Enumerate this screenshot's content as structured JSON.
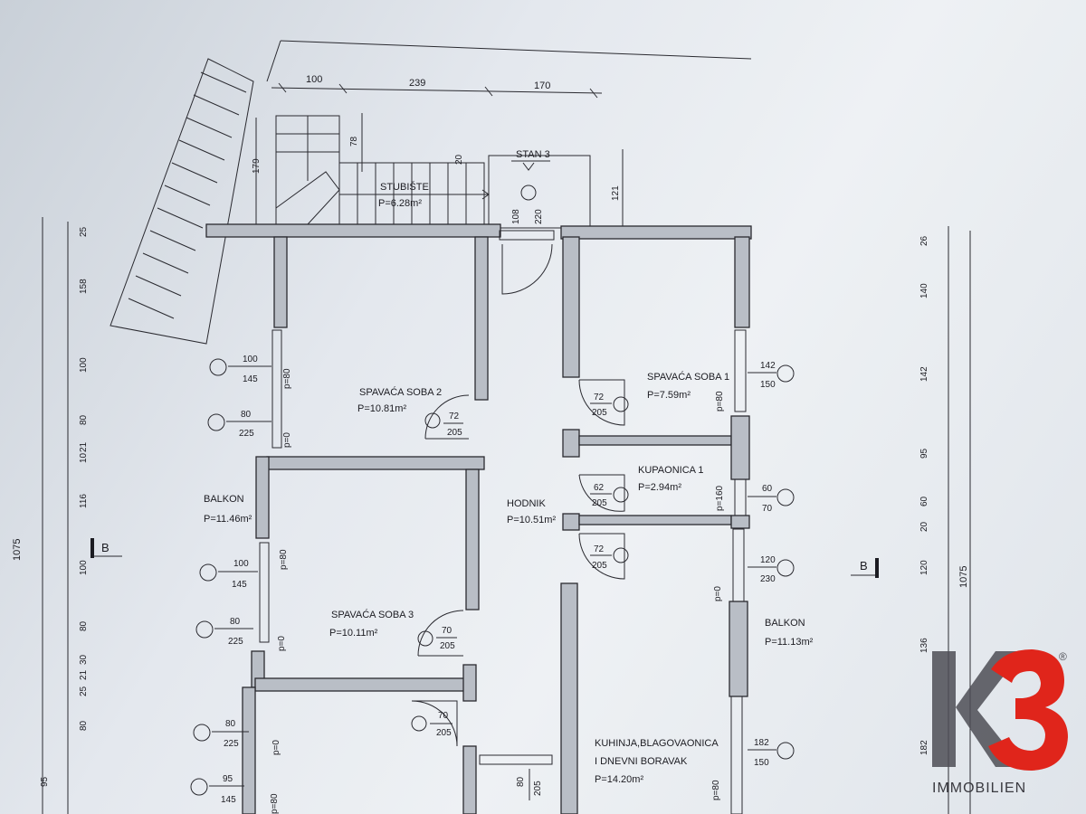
{
  "rooms": {
    "stubiste": {
      "name": "STUBIŠTE",
      "area": "P=6.28m²"
    },
    "stan": {
      "name": "STAN 3"
    },
    "soba2": {
      "name": "SPAVAĆA SOBA 2",
      "area": "P=10.81m²"
    },
    "soba1": {
      "name": "SPAVAĆA SOBA 1",
      "area": "P=7.59m²"
    },
    "kupaonica": {
      "name": "KUPAONICA 1",
      "area": "P=2.94m²"
    },
    "hodnik": {
      "name": "HODNIK",
      "area": "P=10.51m²"
    },
    "balkon_left": {
      "name": "BALKON",
      "area": "P=11.46m²"
    },
    "balkon_right": {
      "name": "BALKON",
      "area": "P=11.13m²"
    },
    "soba3": {
      "name": "SPAVAĆA SOBA 3",
      "area": "P=10.11m²"
    },
    "kuhinja": {
      "line1": "KUHINJA,BLAGOVAONICA",
      "line2": "I DNEVNI BORAVAK",
      "area": "P=14.20m²"
    }
  },
  "dimensions": {
    "top": [
      "100",
      "239",
      "170"
    ],
    "stair_179": "179",
    "stair_78": "78",
    "stair_20": "20",
    "entry_121": "121",
    "door_108": "108",
    "door_220": "220",
    "left_total": "1075",
    "left_chain": [
      "25",
      "158",
      "100",
      "80",
      "21",
      "10",
      "116",
      "100",
      "80",
      "25",
      "21",
      "30",
      "80",
      "95"
    ],
    "right_total": "1075",
    "right_chain": [
      "26",
      "140",
      "142",
      "95",
      "60",
      "20",
      "120",
      "136",
      "182"
    ]
  },
  "windows": {
    "w_l1": {
      "w": "100",
      "h": "145"
    },
    "w_l2": {
      "w": "80",
      "h": "225"
    },
    "w_l3": {
      "w": "100",
      "h": "145"
    },
    "w_l4": {
      "w": "80",
      "h": "225"
    },
    "w_l5": {
      "w": "80",
      "h": "225"
    },
    "w_l6": {
      "w": "95",
      "h": "145"
    },
    "w_r1": {
      "w": "142",
      "h": "150"
    },
    "w_r2": {
      "w": "60",
      "h": "70"
    },
    "w_r3": {
      "w": "120",
      "h": "230"
    },
    "w_r4": {
      "w": "182",
      "h": "150"
    }
  },
  "doors": {
    "d_soba2": {
      "w": "72",
      "h": "205"
    },
    "d_soba1": {
      "w": "72",
      "h": "205"
    },
    "d_kup": {
      "w": "62",
      "h": "205"
    },
    "d_hod": {
      "w": "72",
      "h": "205"
    },
    "d_soba3": {
      "w": "70",
      "h": "205"
    },
    "d_bottom": {
      "w": "70",
      "h": "205"
    },
    "d_bottom2": {
      "w": "80",
      "h": "205"
    }
  },
  "parapets": {
    "p80": "p=80",
    "p0": "p=0",
    "p160": "p=160"
  },
  "sections": {
    "left": "B",
    "right": "B"
  },
  "logo": {
    "mark": "K3",
    "reg": "®",
    "text": "IMMOBILIEN"
  },
  "colors": {
    "logo_grey": "#4d4d55",
    "logo_red": "#e0251b",
    "ink": "#1c1c22"
  }
}
